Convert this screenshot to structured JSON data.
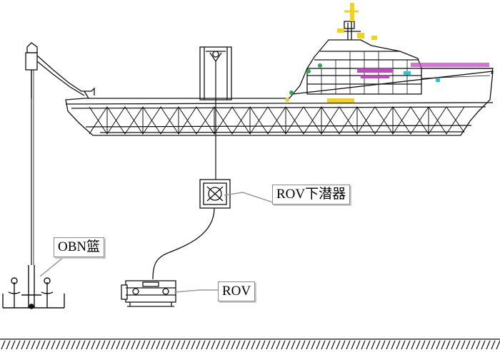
{
  "labels": {
    "rov_launcher": "ROV下潜器",
    "obn_basket": "OBN篮",
    "rov": "ROV"
  },
  "colors": {
    "line": "#111111",
    "leader": "#9a9a9a",
    "accent_yellow": "#f2d21a",
    "accent_magenta": "#c04bc0",
    "accent_green": "#22b04a",
    "accent_cyan": "#22c8d8"
  },
  "icons": {
    "vessel": "vessel-icon",
    "crane": "crane-icon",
    "a_frame": "a-frame-icon",
    "tms": "tms-cage-icon",
    "rov": "rov-vehicle-icon",
    "obn_basket": "obn-basket-icon",
    "seabed": "seabed-icon"
  }
}
